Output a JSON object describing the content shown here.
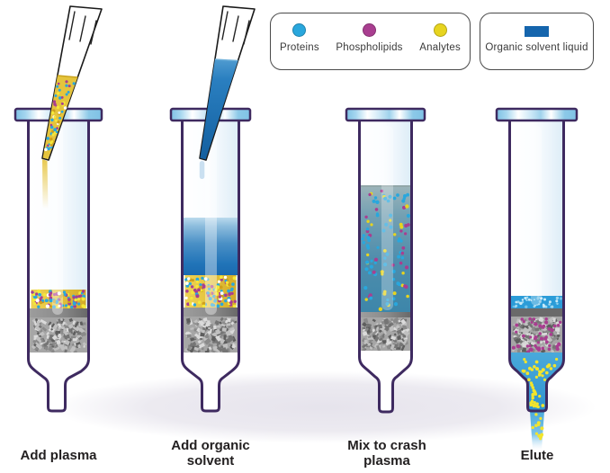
{
  "legend": {
    "particles_box": {
      "items": [
        {
          "label": "Proteins",
          "color": "#29a7dd",
          "icon": "protein-dot-icon"
        },
        {
          "label": "Phospholipids",
          "color": "#a93e90",
          "icon": "phospholipid-dot-icon"
        },
        {
          "label": "Analytes",
          "color": "#e7d41f",
          "icon": "analyte-dot-icon"
        }
      ]
    },
    "solvent_box": {
      "label": "Organic solvent liquid",
      "color": "#1565ad",
      "icon": "organic-solvent-swatch-icon"
    }
  },
  "steps": [
    {
      "id": "add-plasma",
      "lines": [
        "Add plasma"
      ]
    },
    {
      "id": "add-organic-solvent",
      "lines": [
        "Add organic",
        "solvent"
      ]
    },
    {
      "id": "mix-to-crash-plasma",
      "lines": [
        "Mix to crash",
        "plasma"
      ]
    },
    {
      "id": "elute",
      "lines": [
        "Elute"
      ]
    }
  ],
  "colors": {
    "protein": "#29a7dd",
    "phospholipid": "#a93e90",
    "analyte": "#e7d41f",
    "analyte_bright": "#f4e838",
    "organic_solvent": "#1565ad",
    "plasma_gold": "#e5c43c",
    "plasma_gold_dark": "#cf9f1a",
    "tube_outline": "#3e2a60",
    "sorbent_gray": "#a6a6a6",
    "eluate_blue": "#3fa3d8"
  }
}
